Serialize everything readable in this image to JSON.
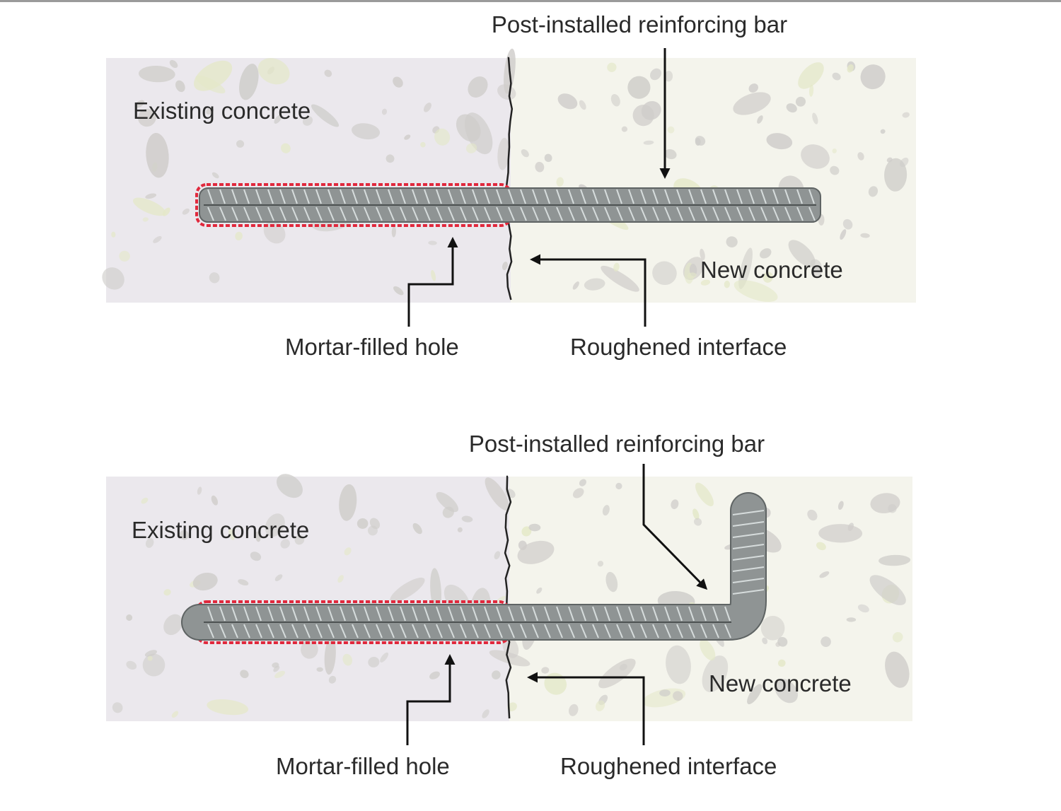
{
  "panels": [
    {
      "variant": "straight",
      "labels": {
        "bar": "Post-installed reinforcing bar",
        "existing": "Existing concrete",
        "new": "New concrete",
        "mortar": "Mortar-filled hole",
        "interface": "Roughened interface"
      }
    },
    {
      "variant": "hooked",
      "labels": {
        "bar": "Post-installed reinforcing bar",
        "existing": "Existing concrete",
        "new": "New concrete",
        "mortar": "Mortar-filled hole",
        "interface": "Roughened interface"
      }
    }
  ],
  "colors": {
    "existing_concrete": "#ebe8ed",
    "new_concrete": "#f4f4ec",
    "aggregate": "#cfcdca",
    "rebar": "#8f9494",
    "mortar": "#e0283c",
    "text": "#2a2a2a"
  }
}
